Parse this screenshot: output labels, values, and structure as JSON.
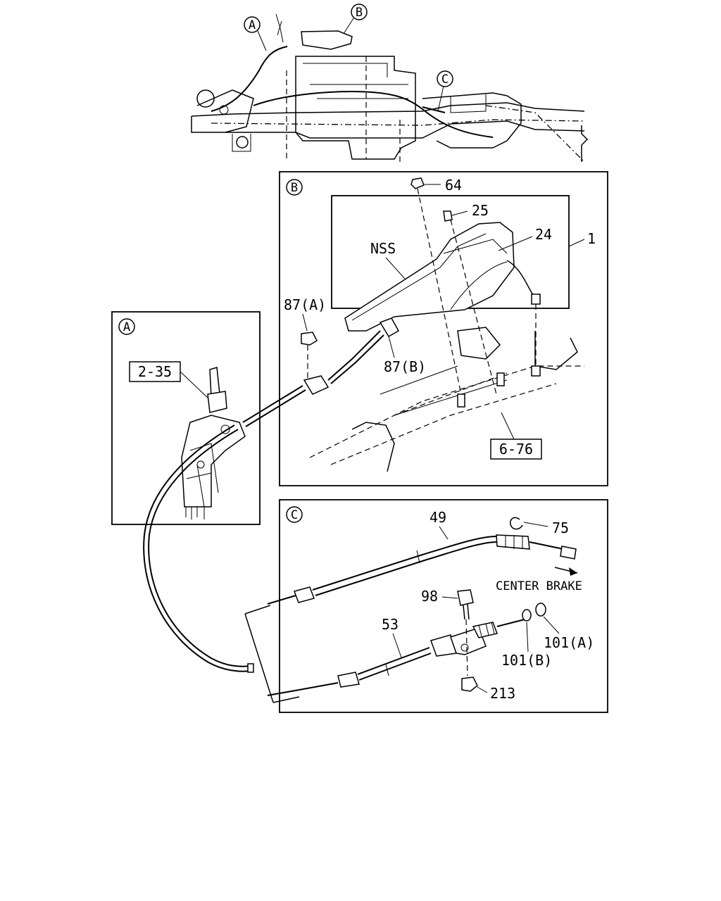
{
  "callouts": {
    "top_a": "A",
    "top_b": "B",
    "top_c": "C",
    "panel_b": "B",
    "panel_a": "A",
    "panel_c": "C"
  },
  "labels": {
    "p64": "64",
    "p25": "25",
    "p24": "24",
    "p1": "1",
    "nss": "NSS",
    "p87a": "87(A)",
    "p87b": "87(B)",
    "ref676": "6-76",
    "ref235": "2-35",
    "p49": "49",
    "p75": "75",
    "center_brake": "CENTER BRAKE",
    "p98": "98",
    "p53": "53",
    "p101b": "101(B)",
    "p101a": "101(A)",
    "p213": "213"
  }
}
